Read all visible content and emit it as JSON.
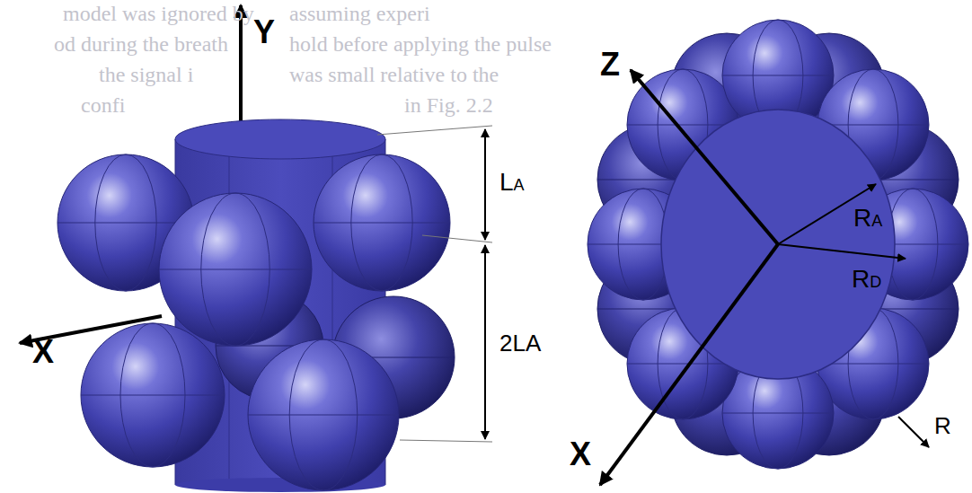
{
  "diagram": {
    "labels": [
      "model was ignored by",
      "assuming experi",
      "od during the breath",
      "hold before applying the pulse",
      "the signal i",
      "was small relative to the",
      "confi",
      "in Fig. 2.2",
      "Y",
      "X",
      "LA",
      "2LA",
      "Z",
      "X",
      "RA",
      "RD",
      "R"
    ]
  }
}
